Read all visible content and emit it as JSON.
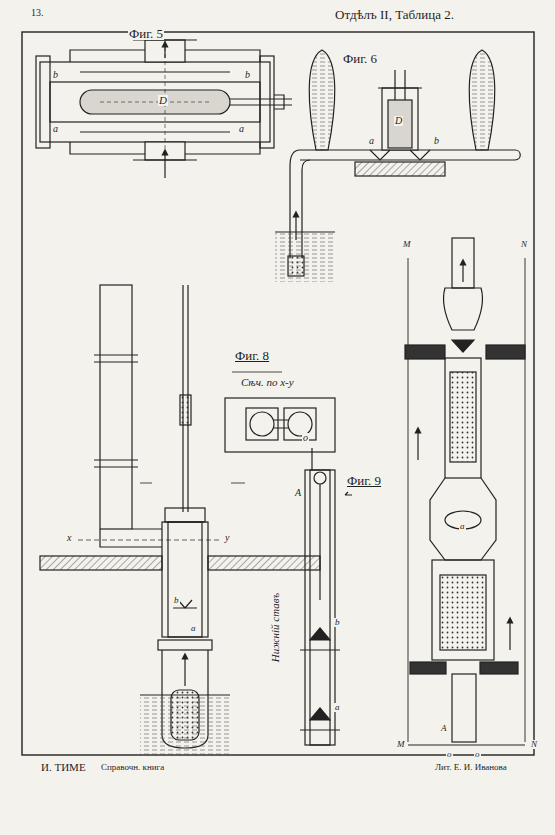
{
  "diagram": {
    "labels": [
      "13.",
      "Отдѣлъ II, Таблица 2.",
      "Фиг. 5",
      "b",
      "b",
      "a",
      "a",
      "D",
      "Фиг. 6",
      "D",
      "a",
      "b",
      "Фиг. 8",
      "Сѣч. по x-y",
      "x",
      "y",
      "b",
      "a",
      "Фиг. 9",
      "o",
      "A",
      "Нижній ставъ",
      "b",
      "a",
      "M",
      "N",
      "a",
      "M",
      "N",
      "A",
      "o",
      "o",
      "И. ТИМЕ",
      "Справочн. книга",
      "Лит. Е. И. Иванова"
    ]
  }
}
